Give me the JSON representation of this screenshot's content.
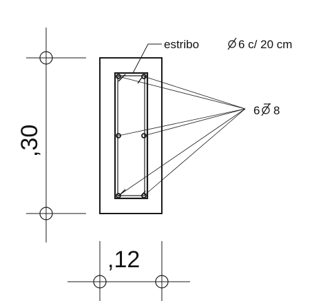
{
  "labels": {
    "stirrup": "estribo",
    "stirrup_spec": "6 c/ 20 cm",
    "bars_count": "6",
    "bars_diameter": "8",
    "height_dim": ",30",
    "width_dim": ",12"
  },
  "icons": {
    "diameter": "diameter-icon",
    "bar_diameter": "diameter-icon"
  },
  "colors": {
    "line": "#1a1a1a",
    "background": "#ffffff"
  }
}
